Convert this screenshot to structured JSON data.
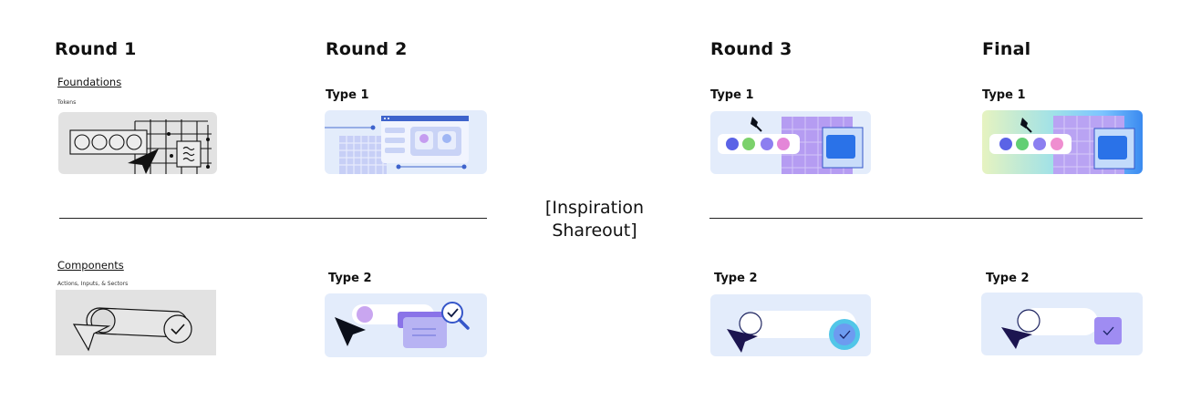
{
  "rounds": [
    {
      "title": "Round 1"
    },
    {
      "title": "Round 2"
    },
    {
      "title": "Round 3"
    },
    {
      "title": "Final"
    }
  ],
  "round1": {
    "foundations": {
      "heading": "Foundations",
      "sub": "Tokens"
    },
    "components": {
      "heading": "Components",
      "sub": "Actions, Inputs, & Sectors"
    }
  },
  "type_labels": {
    "round2_top": "Type 1",
    "round2_bottom": "Type 2",
    "round3_top": "Type 1",
    "round3_bottom": "Type 2",
    "final_top": "Type 1",
    "final_bottom": "Type 2"
  },
  "milestone": {
    "line1": "[Inspiration",
    "line2": "Shareout]"
  },
  "colors": {
    "card_bg": "#e3ecfb",
    "sketch_bg": "#e2e2e2",
    "accent_blue": "#2a72e8",
    "accent_purple": "#a58bf0"
  }
}
